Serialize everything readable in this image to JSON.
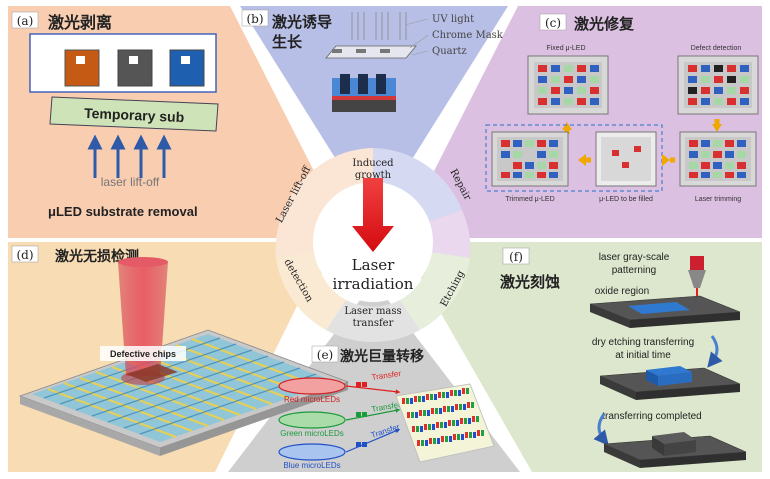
{
  "panels": {
    "a": {
      "tag": "(a)",
      "title": "激光剥离",
      "temp_sub": "Temporary sub",
      "lift_off": "laser lift-off",
      "caption": "μLED substrate removal"
    },
    "b": {
      "tag": "(b)",
      "title_line1": "激光诱导",
      "title_line2": "生长",
      "uv": "UV light",
      "mask": "Chrome Mask",
      "quartz": "Quartz"
    },
    "c": {
      "tag": "(c)",
      "title": "激光修复",
      "fixed": "Fixed μ-LED",
      "defect": "Defect detection",
      "trimmed": "Trimmed μ-LED",
      "to_fill": "μ-LED to be filled",
      "trimming": "Laser trimming"
    },
    "d": {
      "tag": "(d)",
      "title": "激光无损检测",
      "chips": "Defective chips"
    },
    "e": {
      "tag": "(e)",
      "title": "激光巨量转移",
      "red": "Red microLEDs",
      "green": "Green microLEDs",
      "blue": "Blue microLEDs",
      "transfer": "Transfer"
    },
    "f": {
      "tag": "(f)",
      "title": "激光刻蚀",
      "gray": "laser gray-scale",
      "patterning": "patterning",
      "oxide": "oxide region",
      "dry1": "dry etching transferring",
      "dry2": "at initial time",
      "done": "transferring completed"
    }
  },
  "center": {
    "line1": "Laser",
    "line2": "irradiation",
    "induced1": "Induced",
    "induced2": "growth",
    "repair": "Repair",
    "etching": "Etching",
    "mass1": "Laser mass",
    "mass2": "transfer",
    "detection": "detection",
    "liftoff": "Laser lift-off"
  },
  "colors": {
    "a": "#f9cdb0",
    "b": "#b7bfe6",
    "c": "#dcc0e2",
    "d": "#f8dcb3",
    "e": "#cfcfcf",
    "f": "#dde7cd",
    "arrow": "#e8141b"
  }
}
